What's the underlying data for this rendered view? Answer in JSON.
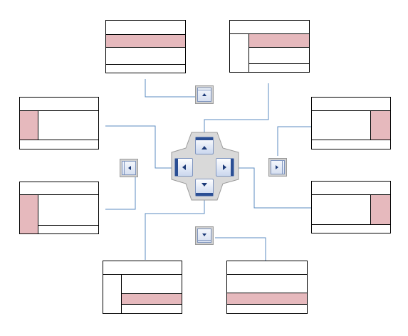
{
  "colors": {
    "background": "#ffffff",
    "frame_border": "#000000",
    "docked_fill": "#e6b9bd",
    "connector": "#5b8bc0",
    "guide_fill": "#d9d9d9",
    "guide_border": "#9a9a9a",
    "button_face": "#eef3fb",
    "button_accent": "#2b4f94",
    "button_border": "#7f95bf",
    "arrow": "#1c3a78"
  },
  "center_guide": {
    "icon": "dock-guide-compass-icon",
    "buttons": [
      {
        "direction": "up",
        "icon": "dock-top-arrow-icon"
      },
      {
        "direction": "left",
        "icon": "dock-left-arrow-icon"
      },
      {
        "direction": "right",
        "icon": "dock-right-arrow-icon"
      },
      {
        "direction": "down",
        "icon": "dock-bottom-arrow-icon"
      }
    ]
  },
  "edge_guides": [
    {
      "direction": "up",
      "icon": "dock-edge-top-icon"
    },
    {
      "direction": "left",
      "icon": "dock-edge-left-icon"
    },
    {
      "direction": "right",
      "icon": "dock-edge-right-icon"
    },
    {
      "direction": "down",
      "icon": "dock-edge-bottom-icon"
    }
  ],
  "docking_previews": [
    {
      "id": "top-full-width",
      "docked_edge": "top",
      "scope": "window"
    },
    {
      "id": "top-inside-split",
      "docked_edge": "top",
      "scope": "panel"
    },
    {
      "id": "left-inside",
      "docked_edge": "left",
      "scope": "panel"
    },
    {
      "id": "right-inside",
      "docked_edge": "right",
      "scope": "panel"
    },
    {
      "id": "left-full-height",
      "docked_edge": "left",
      "scope": "window"
    },
    {
      "id": "right-full-height",
      "docked_edge": "right",
      "scope": "window"
    },
    {
      "id": "bottom-inside-split",
      "docked_edge": "bottom",
      "scope": "panel"
    },
    {
      "id": "bottom-full-width",
      "docked_edge": "bottom",
      "scope": "window"
    }
  ]
}
